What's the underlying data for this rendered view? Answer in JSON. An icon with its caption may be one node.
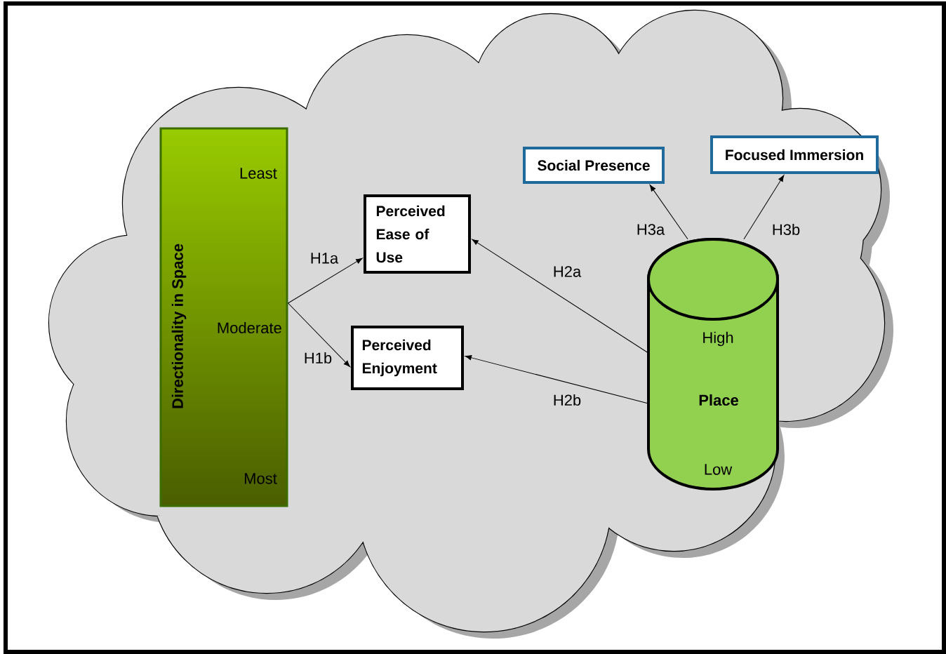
{
  "diagram": {
    "nodes": [
      {
        "text": [
          "Directionality in Space",
          "Least",
          "Moderate",
          "Most"
        ]
      },
      {
        "text": [
          "Perceived Ease of Use"
        ]
      },
      {
        "text": [
          "Perceived Enjoyment"
        ]
      },
      {
        "text": [
          "Social Presence"
        ]
      },
      {
        "text": [
          "Focused Immersion"
        ]
      },
      {
        "text": [
          "High",
          "Place",
          "Low"
        ]
      }
    ],
    "edges": [
      {
        "from": 0,
        "to": 1,
        "arrow": "to",
        "label": "H1a"
      },
      {
        "from": 0,
        "to": 2,
        "arrow": "to",
        "label": "H1b"
      },
      {
        "from": 5,
        "to": 1,
        "arrow": "to",
        "label": "H2a"
      },
      {
        "from": 5,
        "to": 2,
        "arrow": "to",
        "label": "H2b"
      },
      {
        "from": 5,
        "to": 3,
        "arrow": "to",
        "label": "H3a"
      },
      {
        "from": 5,
        "to": 4,
        "arrow": "to",
        "label": "H3b"
      }
    ]
  }
}
